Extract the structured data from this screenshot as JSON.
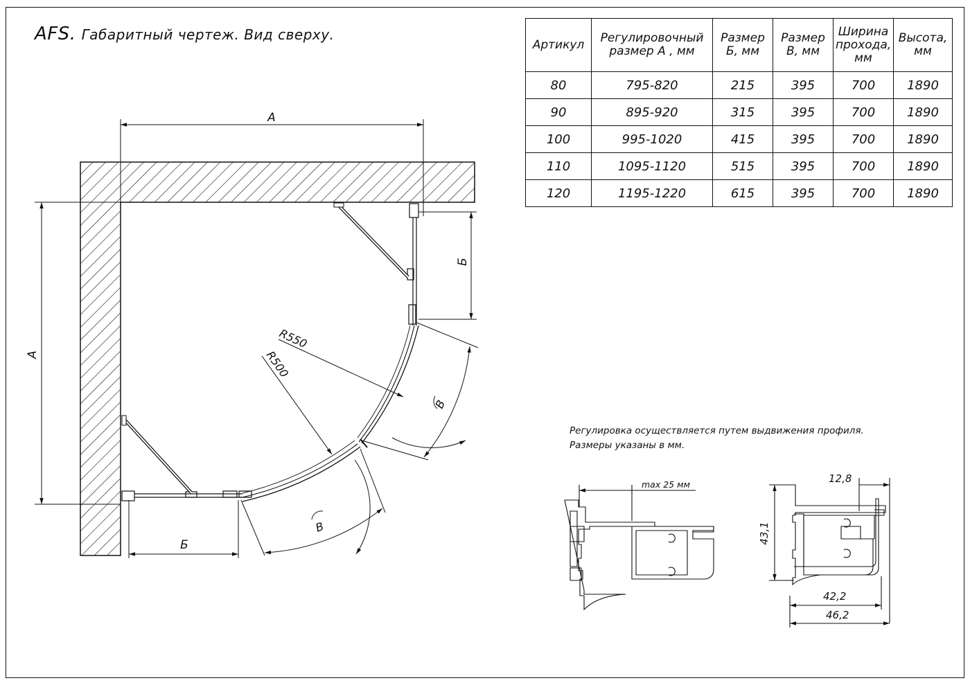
{
  "title": {
    "brand": "AFS.",
    "text": "Габаритный чертеж. Вид сверху."
  },
  "table": {
    "headers": [
      "Артикул",
      "Регулировочный размер А , мм",
      "Размер Б, мм",
      "Размер В, мм",
      "Ширина прохода, мм",
      "Высота, мм"
    ],
    "rows": [
      [
        "80",
        "795-820",
        "215",
        "395",
        "700",
        "1890"
      ],
      [
        "90",
        "895-920",
        "315",
        "395",
        "700",
        "1890"
      ],
      [
        "100",
        "995-1020",
        "415",
        "395",
        "700",
        "1890"
      ],
      [
        "110",
        "1095-1120",
        "515",
        "395",
        "700",
        "1890"
      ],
      [
        "120",
        "1195-1220",
        "615",
        "395",
        "700",
        "1890"
      ]
    ]
  },
  "notes": {
    "line1": "Регулировка осуществляется путем выдвижения профиля.",
    "line2": "Размеры указаны в мм."
  },
  "labels": {
    "dim_a": "А",
    "dim_b": "Б",
    "dim_v": "В",
    "radius_outer": "R550",
    "radius_inner": "R500",
    "max_25": "max 25 мм",
    "d_12_8": "12,8",
    "d_43_1": "43,1",
    "d_42_2": "42,2",
    "d_46_2": "46,2"
  }
}
